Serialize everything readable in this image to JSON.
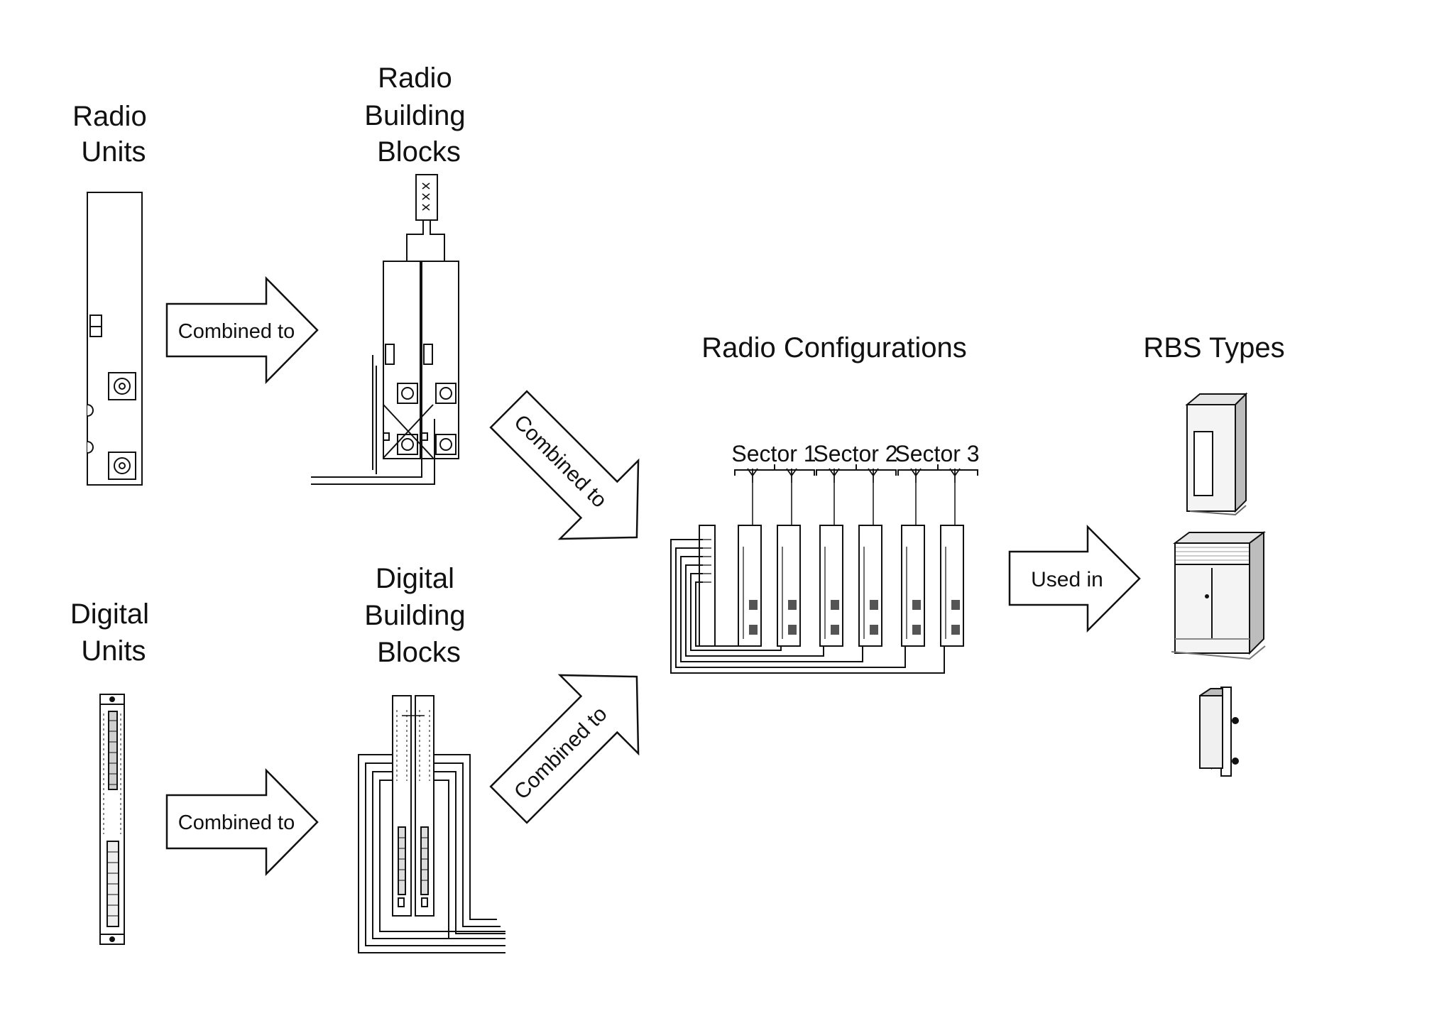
{
  "labels": {
    "radio_units": [
      "Radio",
      "Units"
    ],
    "radio_building_blocks": [
      "Radio",
      "Building",
      "Blocks"
    ],
    "digital_units": [
      "Digital",
      "Units"
    ],
    "digital_building_blocks": [
      "Digital",
      "Building",
      "Blocks"
    ],
    "radio_configurations": "Radio Configurations",
    "rbs_types": "RBS Types"
  },
  "sectors": [
    "Sector 1",
    "Sector 2",
    "Sector 3"
  ],
  "arrows": {
    "radio_combined": "Combined to",
    "digital_combined": "Combined to",
    "diag_down": "Combined to",
    "diag_up": "Combined to",
    "used_in": "Used in"
  },
  "rbs_types": [
    "indoor-cabinet",
    "outdoor-cabinet",
    "pole-mount-unit"
  ],
  "colors": {
    "line": "#111111",
    "fill": "#ffffff",
    "shade": "#cccccc"
  }
}
